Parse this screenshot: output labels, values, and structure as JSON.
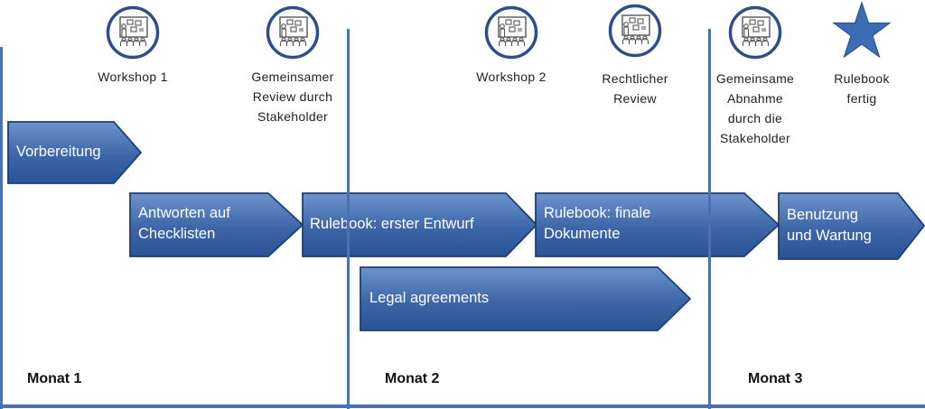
{
  "diagram": {
    "colors": {
      "accent": "#4a72b0",
      "arrow_fill_top": "#6b8fcb",
      "arrow_fill_bottom": "#2c5598",
      "arrow_border": "#1f3f72",
      "star": "#3d6cb3"
    },
    "milestones": [
      {
        "label": "Workshop 1",
        "icon": "workshop-presentation-icon"
      },
      {
        "label": "Gemeinsamer\nReview durch\nStakeholder",
        "icon": "workshop-presentation-icon"
      },
      {
        "label": "Workshop 2",
        "icon": "workshop-presentation-icon"
      },
      {
        "label": "Rechtlicher\nReview",
        "icon": "workshop-presentation-icon"
      },
      {
        "label": "Gemeinsame\nAbnahme\ndurch die\nStakeholder",
        "icon": "workshop-presentation-icon"
      },
      {
        "label": "Rulebook\nfertig",
        "icon": "star-icon"
      }
    ],
    "phases": [
      {
        "label": "Vorbereitung"
      },
      {
        "label": "Antworten auf\nChecklisten"
      },
      {
        "label": "Rulebook: erster Entwurf"
      },
      {
        "label": "Rulebook: finale\nDokumente"
      },
      {
        "label": "Benutzung\nund Wartung"
      },
      {
        "label": "Legal agreements"
      }
    ],
    "months": [
      "Monat 1",
      "Monat 2",
      "Monat 3"
    ]
  }
}
